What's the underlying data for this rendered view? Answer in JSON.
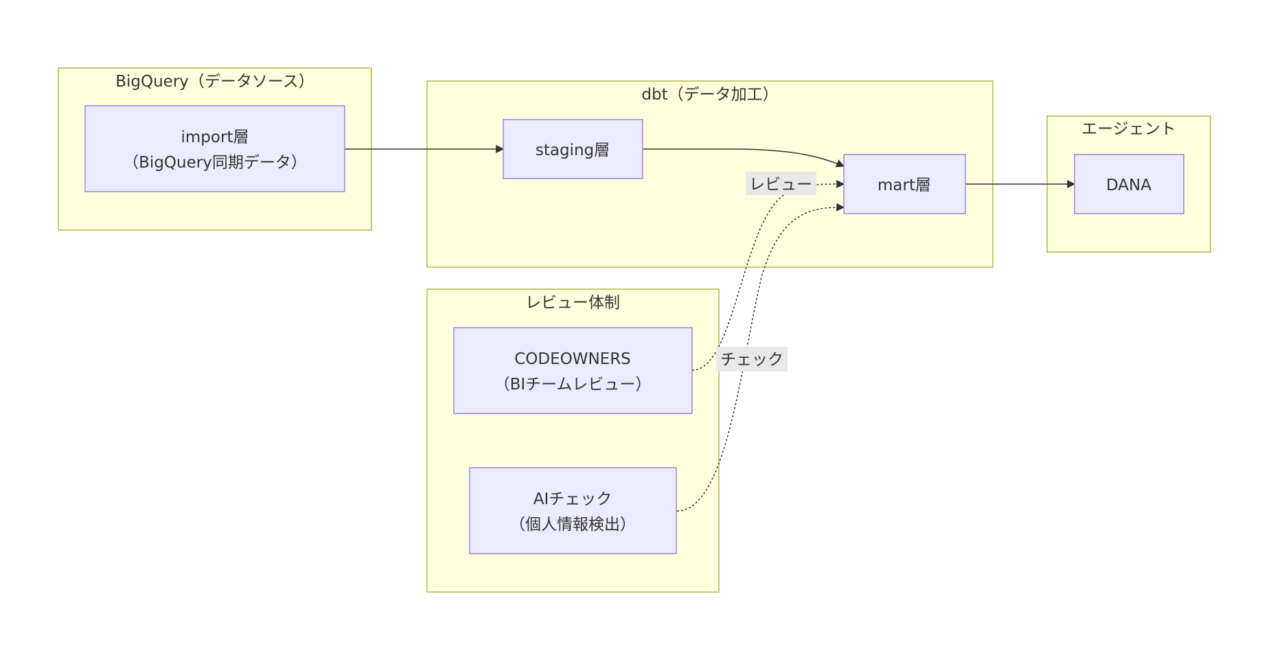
{
  "clusters": {
    "bigquery": "BigQuery（データソース）",
    "dbt": "dbt（データ加工）",
    "agent": "エージェント",
    "review": "レビュー体制"
  },
  "nodes": {
    "import_line1": "import層",
    "import_line2": "（BigQuery同期データ）",
    "staging": "staging層",
    "mart": "mart層",
    "dana": "DANA",
    "codeowners_line1": "CODEOWNERS",
    "codeowners_line2": "（BIチームレビュー）",
    "ai_line1": "AIチェック",
    "ai_line2": "（個人情報検出）"
  },
  "edges": {
    "review_label": "レビュー",
    "check_label": "チェック"
  },
  "colors": {
    "cluster_fill": "#ffffde",
    "cluster_stroke": "#aaaa33",
    "node_fill": "#ececff",
    "node_stroke": "#9370db",
    "edge": "#333333",
    "edge_label_bg": "#e8e8e8"
  }
}
